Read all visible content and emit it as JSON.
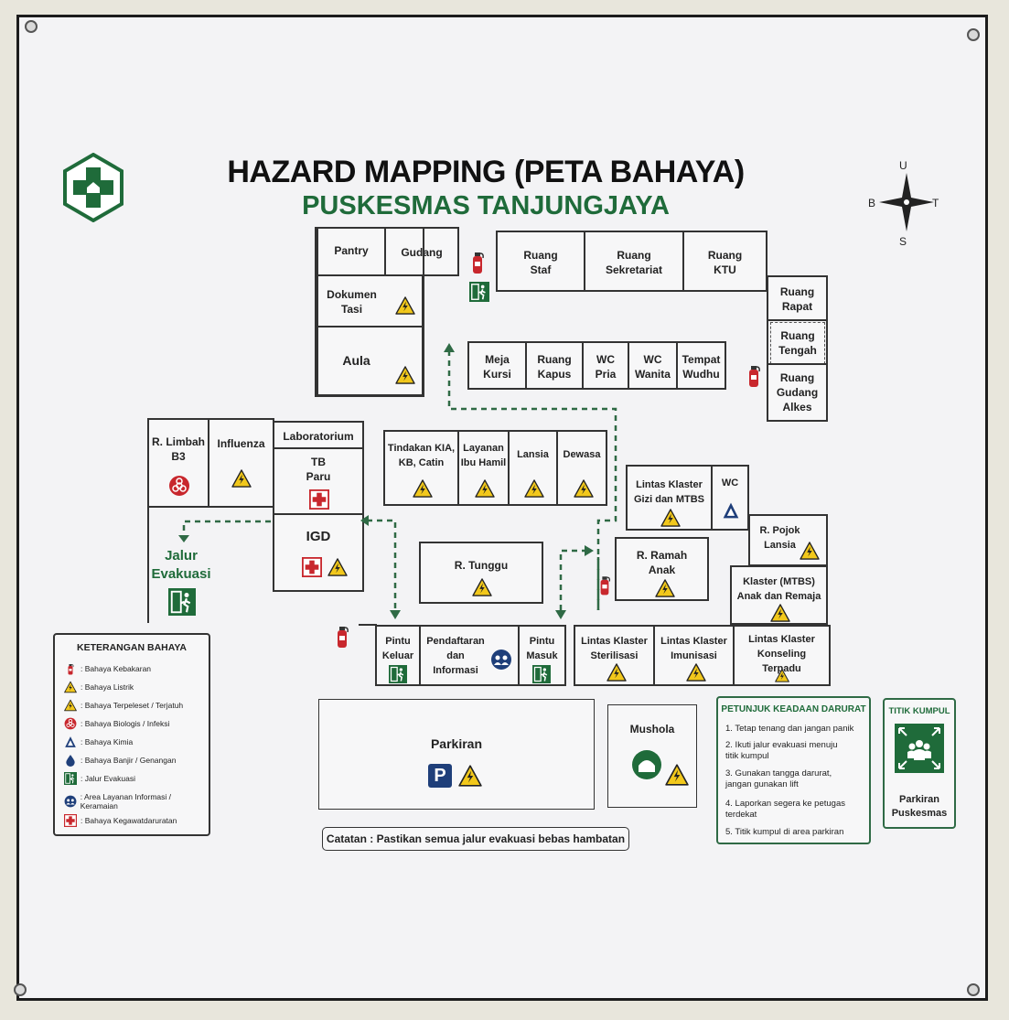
{
  "header": {
    "title": "HAZARD MAPPING (PETA BAHAYA)",
    "subtitle": "PUSKESMAS TANJUNGJAYA"
  },
  "compass": {
    "north": "U",
    "south": "S",
    "west": "B",
    "east": "T"
  },
  "rooms": {
    "pantry": "Pantry",
    "gudang": "Gudang",
    "dokumen": "Dokumen\nTasi",
    "aula": "Aula",
    "ruang_staf": "Ruang\nStaf",
    "ruang_sekretariat": "Ruang\nSekretariat",
    "ruang_ktu": "Ruang\nKTU",
    "ruang_rapat": "Ruang\nRapat",
    "ruang_tengah": "Ruang\nTengah",
    "ruang_gudang_alkes": "Ruang\nGudang\nAlkes",
    "meja_kursi": "Meja\nKursi",
    "ruang_kapus": "Ruang\nKapus",
    "wc_pria": "WC\nPria",
    "wc_wanita": "WC\nWanita",
    "tempat_wudhu": "Tempat\nWudhu",
    "r_limbah": "R. Limbah\nB3",
    "influenza": "Influenza",
    "laboratorium": "Laboratorium",
    "tb_paru": "TB\nParu",
    "igd": "IGD",
    "tindakan_kia": "Tindakan KIA,\nKB, Catin",
    "layanan_ibu_hamil": "Layanan\nIbu Hamil",
    "lansia": "Lansia",
    "dewasa": "Dewasa",
    "lintas_klaster_gizi": "Lintas Klaster\nGizi dan MTBS",
    "wc": "WC",
    "r_pojok_lansia": "R. Pojok\nLansia",
    "r_tunggu": "R. Tunggu",
    "r_ramah_anak": "R. Ramah\nAnak",
    "klaster_mtbs": "Klaster (MTBS)\nAnak dan Remaja",
    "pintu_keluar": "Pintu\nKeluar",
    "pendaftaran": "Pendaftaran\ndan\nInformasi",
    "pintu_masuk": "Pintu\nMasuk",
    "lintas_klaster_sterilisasi": "Lintas Klaster\nSterilisasi",
    "lintas_klaster_imunisasi": "Lintas Klaster\nImunisasi",
    "lintas_klaster_konseling": "Lintas Klaster\nKonseling\nTerpadu",
    "parkiran": "Parkiran",
    "mushola": "Mushola"
  },
  "jalur_evakuasi_label": "Jalur\nEvakuasi",
  "legend": {
    "title": "KETERANGAN BAHAYA",
    "items": [
      ": Bahaya Kebakaran",
      ": Bahaya Listrik",
      ": Bahaya Terpeleset / Terjatuh",
      ": Bahaya Biologis / Infeksi",
      ": Bahaya Kimia",
      ": Bahaya Banjir / Genangan",
      ": Jalur Evakuasi",
      ": Area Layanan Informasi / Keramaian",
      ": Bahaya Kegawatdaruratan"
    ]
  },
  "note": "Catatan : Pastikan semua jalur evakuasi bebas hambatan",
  "emergency": {
    "title": "PETUNJUK KEADAAN DARURAT",
    "steps": [
      "1. Tetap tenang dan jangan panik",
      "2. Ikuti jalur evakuasi menuju\n    titik kumpul",
      "3. Gunakan tangga darurat,\n    jangan gunakan lift",
      "4. Laporkan segera ke petugas\n    terdekat",
      "5. Titik kumpul di area parkiran"
    ]
  },
  "assembly": {
    "title": "TITIK KUMPUL",
    "label": "Parkiran\nPuskesmas"
  },
  "colors": {
    "green": "#1f6b3a",
    "red": "#c8272d",
    "yellow": "#f2c81b",
    "blue": "#1f3f7a",
    "dash": "#2f6a45"
  }
}
